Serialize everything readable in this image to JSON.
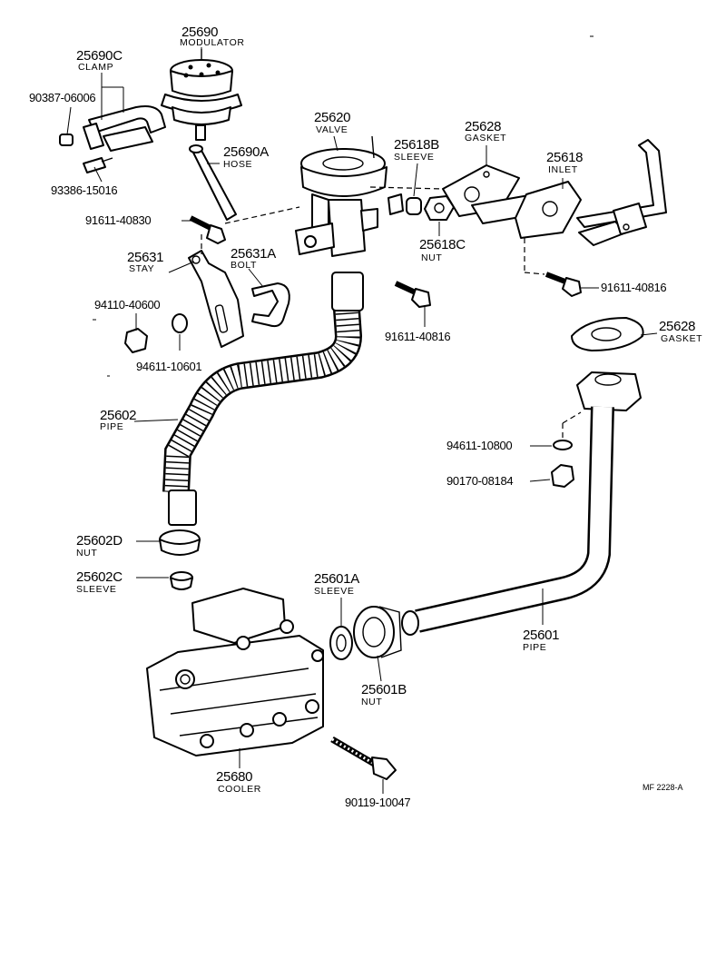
{
  "diagram_code": "MF 2228-A",
  "parts": {
    "modulator": {
      "number": "25690",
      "name": "MODULATOR"
    },
    "clamp": {
      "number": "25690C",
      "name": "CLAMP"
    },
    "clamp_nut": {
      "number": "90387-06006"
    },
    "clamp_screw": {
      "number": "93386-15016"
    },
    "hose": {
      "number": "25690A",
      "name": "HOSE"
    },
    "valve": {
      "number": "25620",
      "name": "VALVE"
    },
    "sleeve_b": {
      "number": "25618B",
      "name": "SLEEVE"
    },
    "gasket_upper": {
      "number": "25628",
      "name": "GASKET"
    },
    "inlet": {
      "number": "25618",
      "name": "INLET"
    },
    "bolt_stay": {
      "number": "91611-40830"
    },
    "stay": {
      "number": "25631",
      "name": "STAY"
    },
    "bolt_a": {
      "number": "25631A",
      "name": "BOLT"
    },
    "nut_c": {
      "number": "25618C",
      "name": "NUT"
    },
    "bolt_inlet": {
      "number": "91611-40816"
    },
    "stay_nut": {
      "number": "94110-40600"
    },
    "stay_washer": {
      "number": "94611-10601"
    },
    "bolt_valve": {
      "number": "91611-40816"
    },
    "gasket_lower": {
      "number": "25628",
      "name": "GASKET"
    },
    "pipe_flex": {
      "number": "25602",
      "name": "PIPE"
    },
    "washer_pipe": {
      "number": "94611-10800"
    },
    "nut_pipe": {
      "number": "90170-08184"
    },
    "nut_d": {
      "number": "25602D",
      "name": "NUT"
    },
    "sleeve_c": {
      "number": "25602C",
      "name": "SLEEVE"
    },
    "sleeve_a": {
      "number": "25601A",
      "name": "SLEEVE"
    },
    "pipe": {
      "number": "25601",
      "name": "PIPE"
    },
    "nut_b": {
      "number": "25601B",
      "name": "NUT"
    },
    "cooler": {
      "number": "25680",
      "name": "COOLER"
    },
    "cooler_bolt": {
      "number": "90119-10047"
    }
  }
}
